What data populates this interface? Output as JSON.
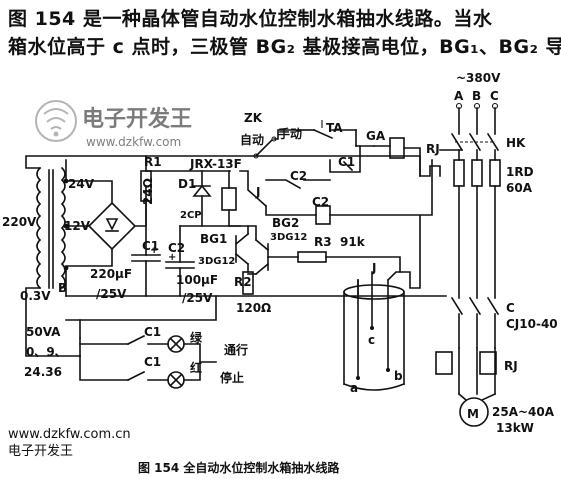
{
  "text": {
    "line1": "图 154 是一种晶体管自动水位控制水箱抽水线路。当水",
    "line2": "箱水位高于 c 点时，三极管 BG₂ 基极接高电位，BG₁、BG₂ 导",
    "watermark_cn": "电子开发王",
    "watermark_url": "www.dzkfw.com",
    "footer_url": "www.dzkfw.com.cn",
    "footer_cn": "电子开发王",
    "caption": "图 154    全自动水位控制水箱抽水线路"
  },
  "labels": {
    "v220": "220V",
    "v24": "24V",
    "v12": "12V",
    "v03": "0.3V",
    "B": "B",
    "trafo1": "50VA",
    "trafo2": "0、9、",
    "trafo3": "24.36",
    "R1": "R1",
    "r1val": "24Ω",
    "C1": "C1",
    "c1val1": "220μF",
    "c1val2": "/25V",
    "C2": "C2",
    "c2val1": "100μF",
    "c2val2": "/25V",
    "D1": "D1",
    "d1type": "2CP",
    "relay": "JRX-13F",
    "J": "J",
    "BG1": "BG1",
    "bg1type": "3DG12",
    "BG2": "BG2",
    "bg2type": "3DG12",
    "R2": "R2",
    "r2val": "120Ω",
    "R3": "R3",
    "r3val": "91k",
    "ZK": "ZK",
    "auto": "自动",
    "manual": "手动",
    "TA": "TA",
    "GA": "GA",
    "C1sw": "C1",
    "C2sw": "C2",
    "C2coil": "C2",
    "RJ": "RJ",
    "v380": "~380V",
    "A": "A",
    "Bp": "B",
    "C": "C",
    "HK": "HK",
    "RD": "1RD",
    "amps": "60A",
    "Cj": "C",
    "cj10": "CJ10-40",
    "RJ2": "RJ",
    "motor": "M",
    "mrange": "25A~40A",
    "power": "13kW",
    "green": "绿",
    "red": "红",
    "run": "通行",
    "stop": "停止",
    "C1a": "C1",
    "C1b": "C1",
    "J2": "J",
    "pc": "c",
    "pa": "a",
    "pb": "b"
  }
}
